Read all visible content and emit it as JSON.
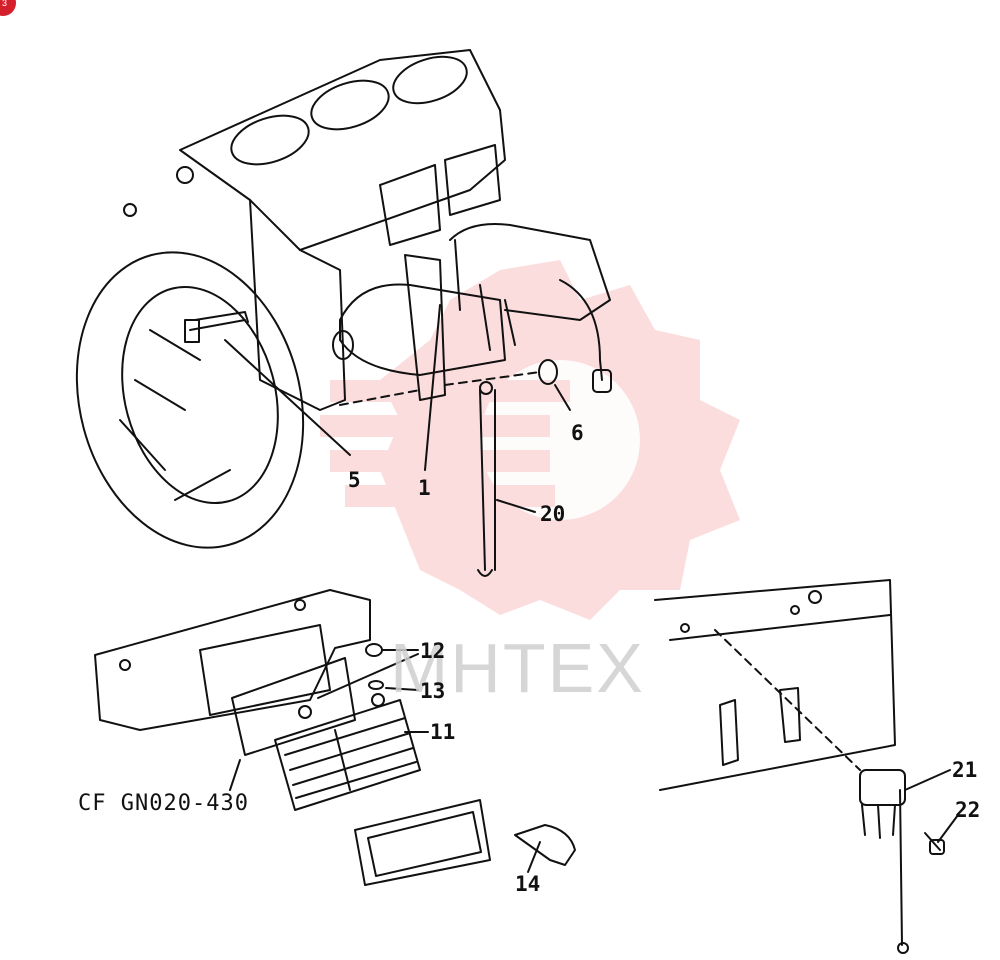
{
  "diagram": {
    "callouts": {
      "part_1": "1",
      "part_5": "5",
      "part_6": "6",
      "part_11": "11",
      "part_12": "12",
      "part_13": "13",
      "part_14": "14",
      "part_20": "20",
      "part_21": "21",
      "part_22": "22"
    },
    "reference_note": "CF GN020-430"
  },
  "watermark": {
    "text": "MHTEX",
    "color": "#e8303a"
  },
  "badge": {
    "text": "3",
    "color": "#d61f2c"
  },
  "colors": {
    "line": "#111111",
    "background": "#ffffff"
  }
}
